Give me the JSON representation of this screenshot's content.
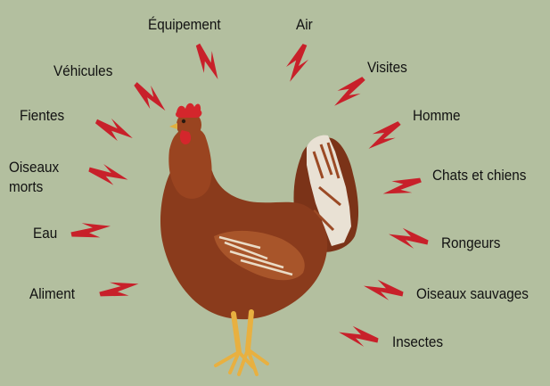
{
  "labels": {
    "equipement": "Équipement",
    "air": "Air",
    "vehicules": "Véhicules",
    "visites": "Visites",
    "fientes": "Fientes",
    "homme": "Homme",
    "oiseaux_morts_line1": "Oiseaux",
    "oiseaux_morts_line2": "morts",
    "chats_chiens": "Chats et chiens",
    "eau": "Eau",
    "rongeurs": "Rongeurs",
    "aliment": "Aliment",
    "oiseaux_sauvages": "Oiseaux sauvages",
    "insectes": "Insectes"
  },
  "colors": {
    "background": "#b3bf9f",
    "arrow": "#c8202a",
    "hen_body": "#8a3b1c",
    "comb": "#d4262c",
    "legs": "#e8b040"
  },
  "icons": {
    "arrow": "lightning-arrow-icon",
    "central": "hen-illustration"
  }
}
